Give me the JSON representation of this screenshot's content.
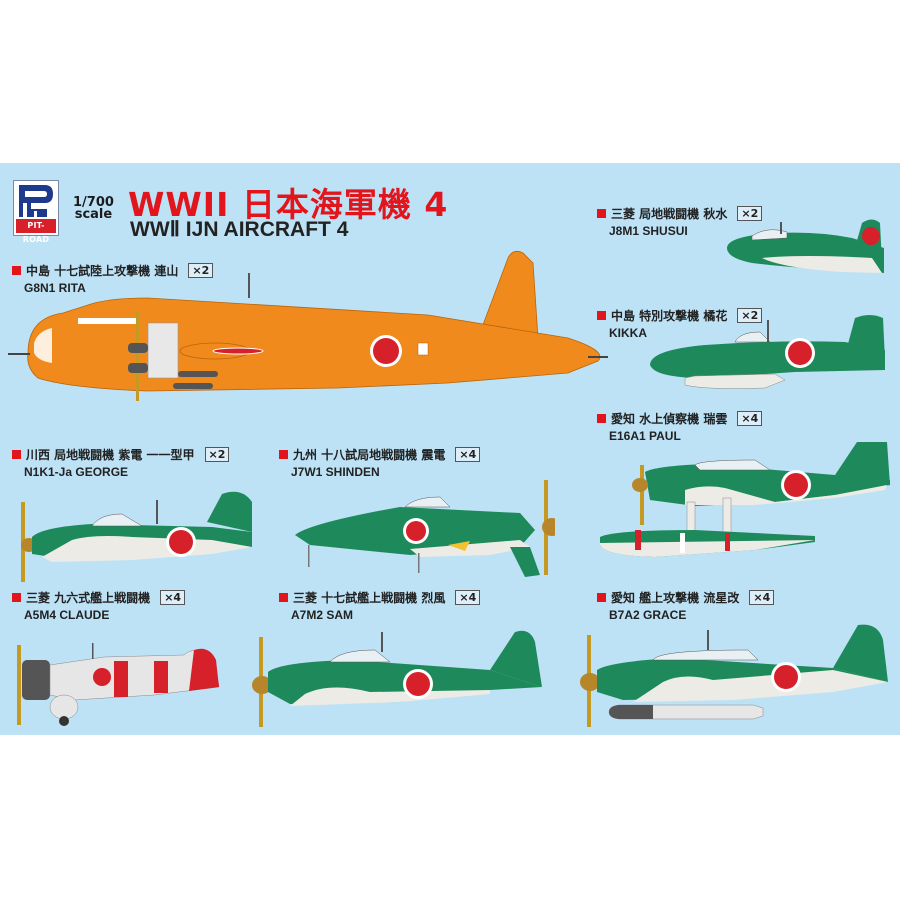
{
  "brand": {
    "logo_text": "PIT-ROAD",
    "scale_line1": "1/700",
    "scale_line2": "scale"
  },
  "title": {
    "jp": "WWII 日本海軍機 4",
    "en": "WWⅡ IJN AIRCRAFT 4"
  },
  "colors": {
    "background": "#bde2f6",
    "title_red": "#e3151c",
    "orange": "#f08a1c",
    "green": "#1e8a5c",
    "hinomaru": "#d6202a",
    "underside": "#ecebe6"
  },
  "aircraft": [
    {
      "jp": "中島 十七試陸上攻撃機 連山",
      "qty": "×2",
      "en": "G8N1 RITA"
    },
    {
      "jp": "三菱 局地戦闘機 秋水",
      "qty": "×2",
      "en": "J8M1 SHUSUI"
    },
    {
      "jp": "中島 特別攻撃機 橘花",
      "qty": "×2",
      "en": "KIKKA"
    },
    {
      "jp": "川西 局地戦闘機 紫電 一一型甲",
      "qty": "×2",
      "en": "N1K1-Ja GEORGE"
    },
    {
      "jp": "九州 十八試局地戦闘機 震電",
      "qty": "×4",
      "en": "J7W1 SHINDEN"
    },
    {
      "jp": "愛知 水上偵察機 瑞雲",
      "qty": "×4",
      "en": "E16A1 PAUL"
    },
    {
      "jp": "三菱 九六式艦上戦闘機",
      "qty": "×4",
      "en": "A5M4 CLAUDE"
    },
    {
      "jp": "三菱 十七試艦上戦闘機 烈風",
      "qty": "×4",
      "en": "A7M2 SAM"
    },
    {
      "jp": "愛知 艦上攻撃機 流星改",
      "qty": "×4",
      "en": "B7A2 GRACE"
    }
  ]
}
